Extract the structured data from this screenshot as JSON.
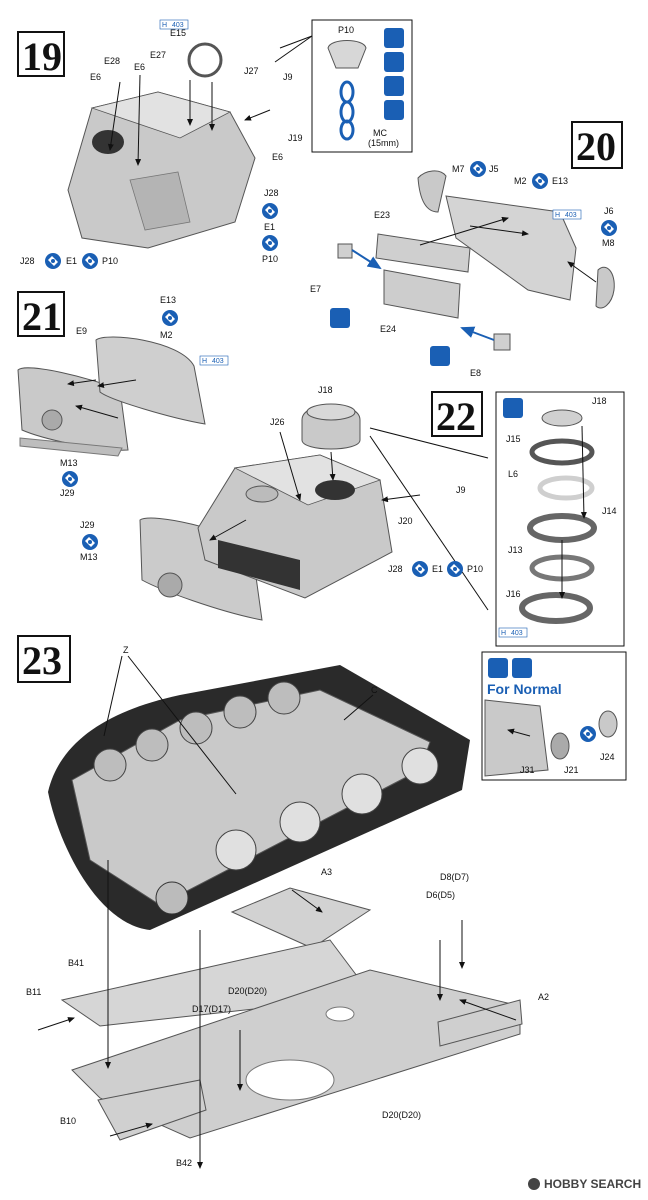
{
  "steps": {
    "s19": "19",
    "s20": "20",
    "s21": "21",
    "s22": "22",
    "s23": "23"
  },
  "h_tags": [
    "H",
    "403"
  ],
  "parts19": {
    "e15": "E15",
    "e28": "E28",
    "e27": "E27",
    "e6a": "E6",
    "e6b": "E6",
    "e6c": "E6",
    "j27": "J27",
    "j9": "J9",
    "j19": "J19",
    "j28a": "J28",
    "e1a": "E1",
    "p10a": "P10",
    "j28b": "J28",
    "e1b": "E1",
    "p10b": "P10",
    "p10_box": "P10",
    "mc": "MC",
    "mc_len": "(15mm)"
  },
  "parts20": {
    "m7": "M7",
    "j5": "J5",
    "m2": "M2",
    "e13": "E13",
    "e23": "E23",
    "j6": "J6",
    "m8": "M8",
    "e7": "E7",
    "e24": "E24",
    "e8": "E8"
  },
  "parts21": {
    "e9": "E9",
    "e13": "E13",
    "m2": "M2",
    "m13a": "M13",
    "j29a": "J29",
    "j29b": "J29",
    "m13b": "M13"
  },
  "parts22": {
    "j18a": "J18",
    "j26": "J26",
    "j9": "J9",
    "j20": "J20",
    "j28": "J28",
    "e1": "E1",
    "p10": "P10",
    "j18b": "J18",
    "j15": "J15",
    "l6": "L6",
    "j14": "J14",
    "j13": "J13",
    "j16": "J16",
    "for_normal": "For Normal",
    "j31": "J31",
    "j21": "J21",
    "j24": "J24"
  },
  "parts23": {
    "z": "Z",
    "c": "C",
    "a3": "A3",
    "d8": "D8(D7)",
    "d6": "D6(D5)",
    "b41": "B41",
    "b11": "B11",
    "d20a": "D20(D20)",
    "d17": "D17(D17)",
    "a2": "A2",
    "d20b": "D20(D20)",
    "b10": "B10",
    "b42": "B42"
  },
  "watermark": "HOBBY SEARCH",
  "colors": {
    "part_blue": "#1a5fb4",
    "grey_part": "#c9c9c9",
    "line": "#111111"
  }
}
